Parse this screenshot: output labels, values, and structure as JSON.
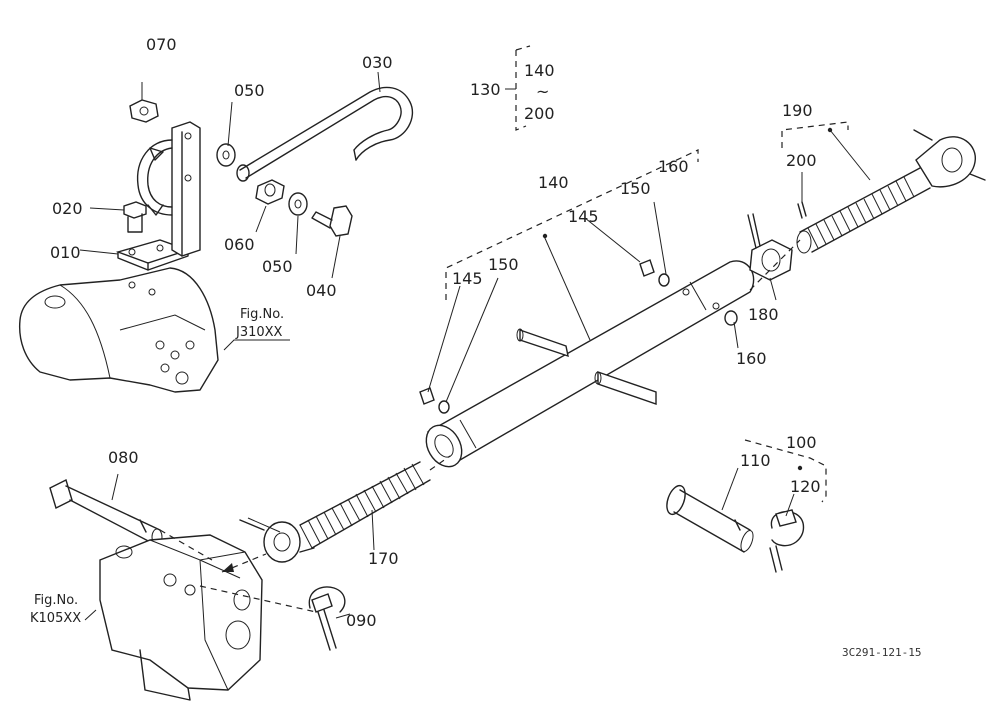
{
  "labels": {
    "p070": "070",
    "p050a": "050",
    "p030": "030",
    "p130": "130",
    "p140r": "140",
    "tilde": "~",
    "p200r": "200",
    "p020": "020",
    "p060": "060",
    "p050b": "050",
    "p040": "040",
    "p010": "010",
    "p140": "140",
    "p160a": "160",
    "p150a": "150",
    "p145a": "145",
    "p145b": "145",
    "p150b": "150",
    "p190": "190",
    "p200": "200",
    "p180": "180",
    "p160b": "160",
    "p100": "100",
    "p110": "110",
    "p120": "120",
    "p080": "080",
    "p170": "170",
    "p090": "090"
  },
  "refs": {
    "fig_j_label": "Fig.No.",
    "fig_j_code": "J310XX",
    "fig_k_label": "Fig.No.",
    "fig_k_code": "K105XX"
  },
  "drawing_code": "3C291-121-15"
}
